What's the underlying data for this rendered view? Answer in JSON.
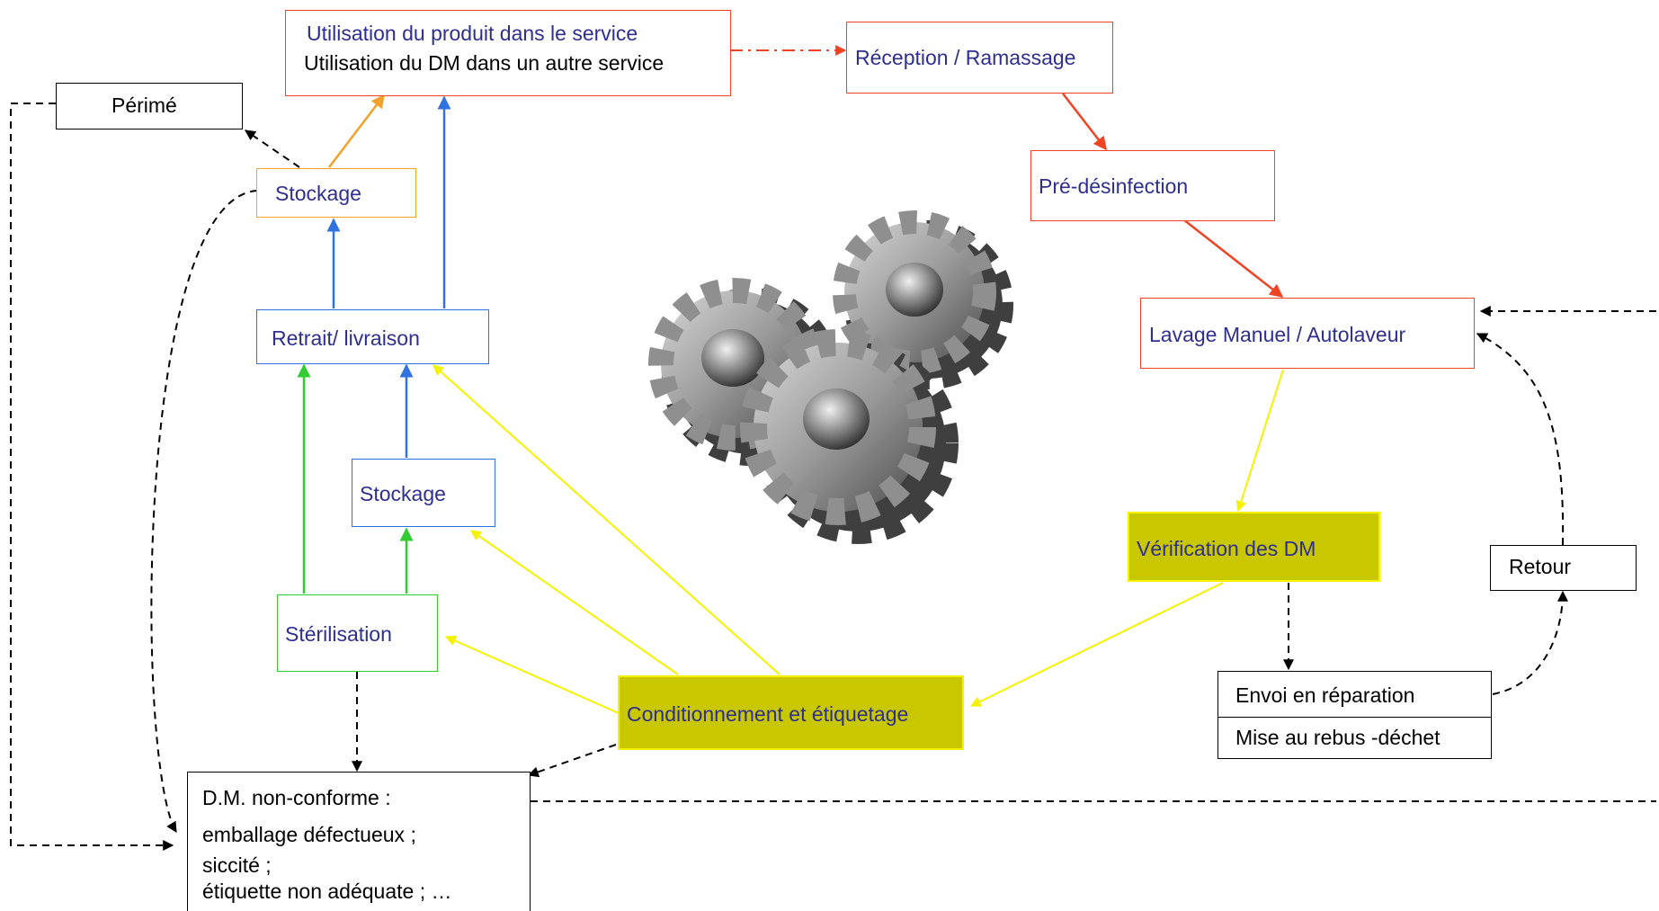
{
  "nodes": {
    "utilisation": {
      "line1": "Utilisation du produit dans le service",
      "line2": "Utilisation du DM dans un autre service"
    },
    "reception": "Réception / Ramassage",
    "pre_desinfection": "Pré-désinfection",
    "lavage": "Lavage Manuel / Autolaveur",
    "verification": "Vérification des DM",
    "retour": "Retour",
    "reparation": {
      "envoi": "Envoi en réparation",
      "rebus": "Mise au rebus -déchet"
    },
    "conditionnement": "Conditionnement et étiquetage",
    "sterilisation": "Stérilisation",
    "stockage_bottom": "Stockage",
    "retrait": "Retrait/ livraison",
    "stockage_top": "Stockage",
    "perime": "Périmé",
    "non_conforme": {
      "title": "D.M. non-conforme :",
      "line1": "emballage défectueux ;",
      "line2": "siccité ;",
      "line3": "étiquette non adéquate ; …"
    }
  },
  "icon": "gears-icon",
  "colors": {
    "red": "#ee4423",
    "orange": "#f2a12a",
    "blue": "#2f72e0",
    "green": "#33cc33",
    "yellow": "#f5f200",
    "olive_fill": "#c9c700",
    "text_navy": "#2e2f8f",
    "black": "#000000"
  }
}
